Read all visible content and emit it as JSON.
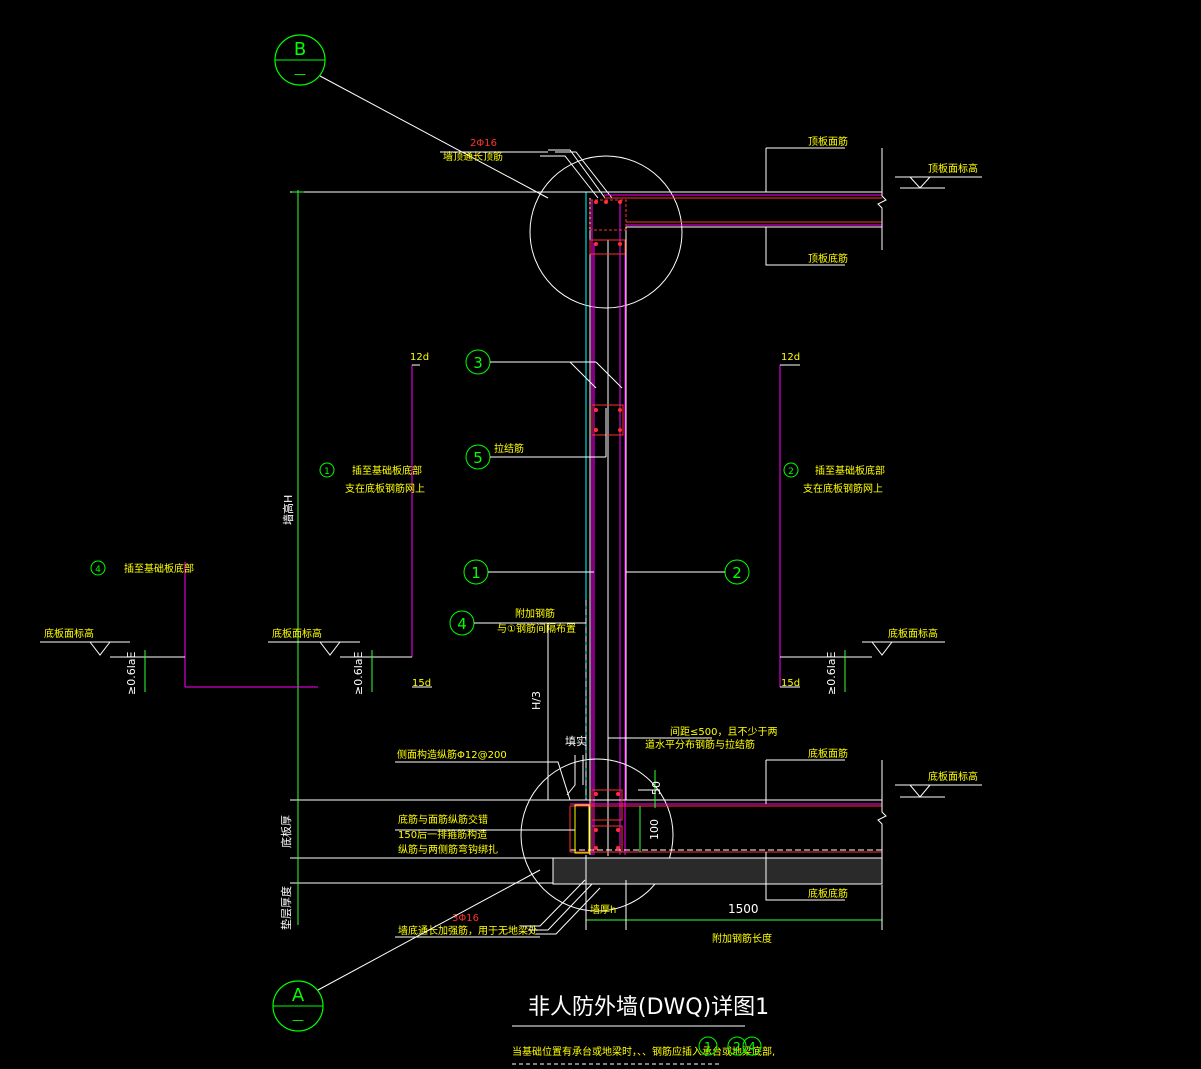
{
  "title": "非人防外墙(DWQ)详图1",
  "note": "当基础位置有承台或地梁时，、、钢筋应插入承台或地梁底部,",
  "sections": {
    "b_letter": "B",
    "a_letter": "A",
    "sub": "—"
  },
  "circled_labels": [
    "1",
    "2",
    "3",
    "4",
    "5"
  ],
  "labels": {
    "top_bars": "2Φ16",
    "top_bars_desc": "墙顶通长顶筋",
    "slab_top_bar": "顶板面筋",
    "slab_bottom_bar": "顶板底筋",
    "slab_top_elev": "顶板面标高",
    "dim_12d": "12d",
    "dim_15d": "15d",
    "anchor_1": "插至基础板底部",
    "anchor_1b": "支在底板钢筋网上",
    "anchor_2": "插至基础板底部",
    "anchor_2b": "支在底板钢筋网上",
    "anchor_4": "插至基础板底部",
    "tie_bar": "拉结筋",
    "wall_height": "墙高H",
    "floor_elev": "底板面标高",
    "laE": "≥0.6laE",
    "extra_bar_a": "附加钢筋",
    "extra_bar_b": "与①钢筋间隔布置",
    "h3": "H/3",
    "spacing_note_a": "间距≤500，且不少于两",
    "spacing_note_b": "道水平分布钢筋与拉结筋",
    "filled": "填实",
    "side_bars": "侧面构造纵筋Φ12@200",
    "base_top_bar": "底板面筋",
    "base_top_elev": "底板面标高",
    "base_thick": "底板厚",
    "detail_a": "底筋与面筋纵筋交错",
    "detail_b": "150后一排箍筋构造",
    "detail_c": "纵筋与两侧筋弯钩绑扎",
    "dim_50": "50",
    "dim_100": "100",
    "bottom_bars": "3Φ16",
    "bottom_bars_desc": "墙底通长加强筋，用于无地梁处",
    "base_bottom_bar": "底板底筋",
    "cushion_thick": "垫层厚度",
    "wall_thick": "墙厚h",
    "dim_1500": "1500",
    "extra_len": "附加钢筋长度"
  },
  "colors": {
    "line_white": "#ffffff",
    "text_yellow": "#ffff00",
    "circle_green": "#00ff00",
    "rebar_magenta": "#ff00ff",
    "wall_cyan": "#00ffff",
    "rebar_red": "#ff3030",
    "dim_green": "#33ff33"
  }
}
